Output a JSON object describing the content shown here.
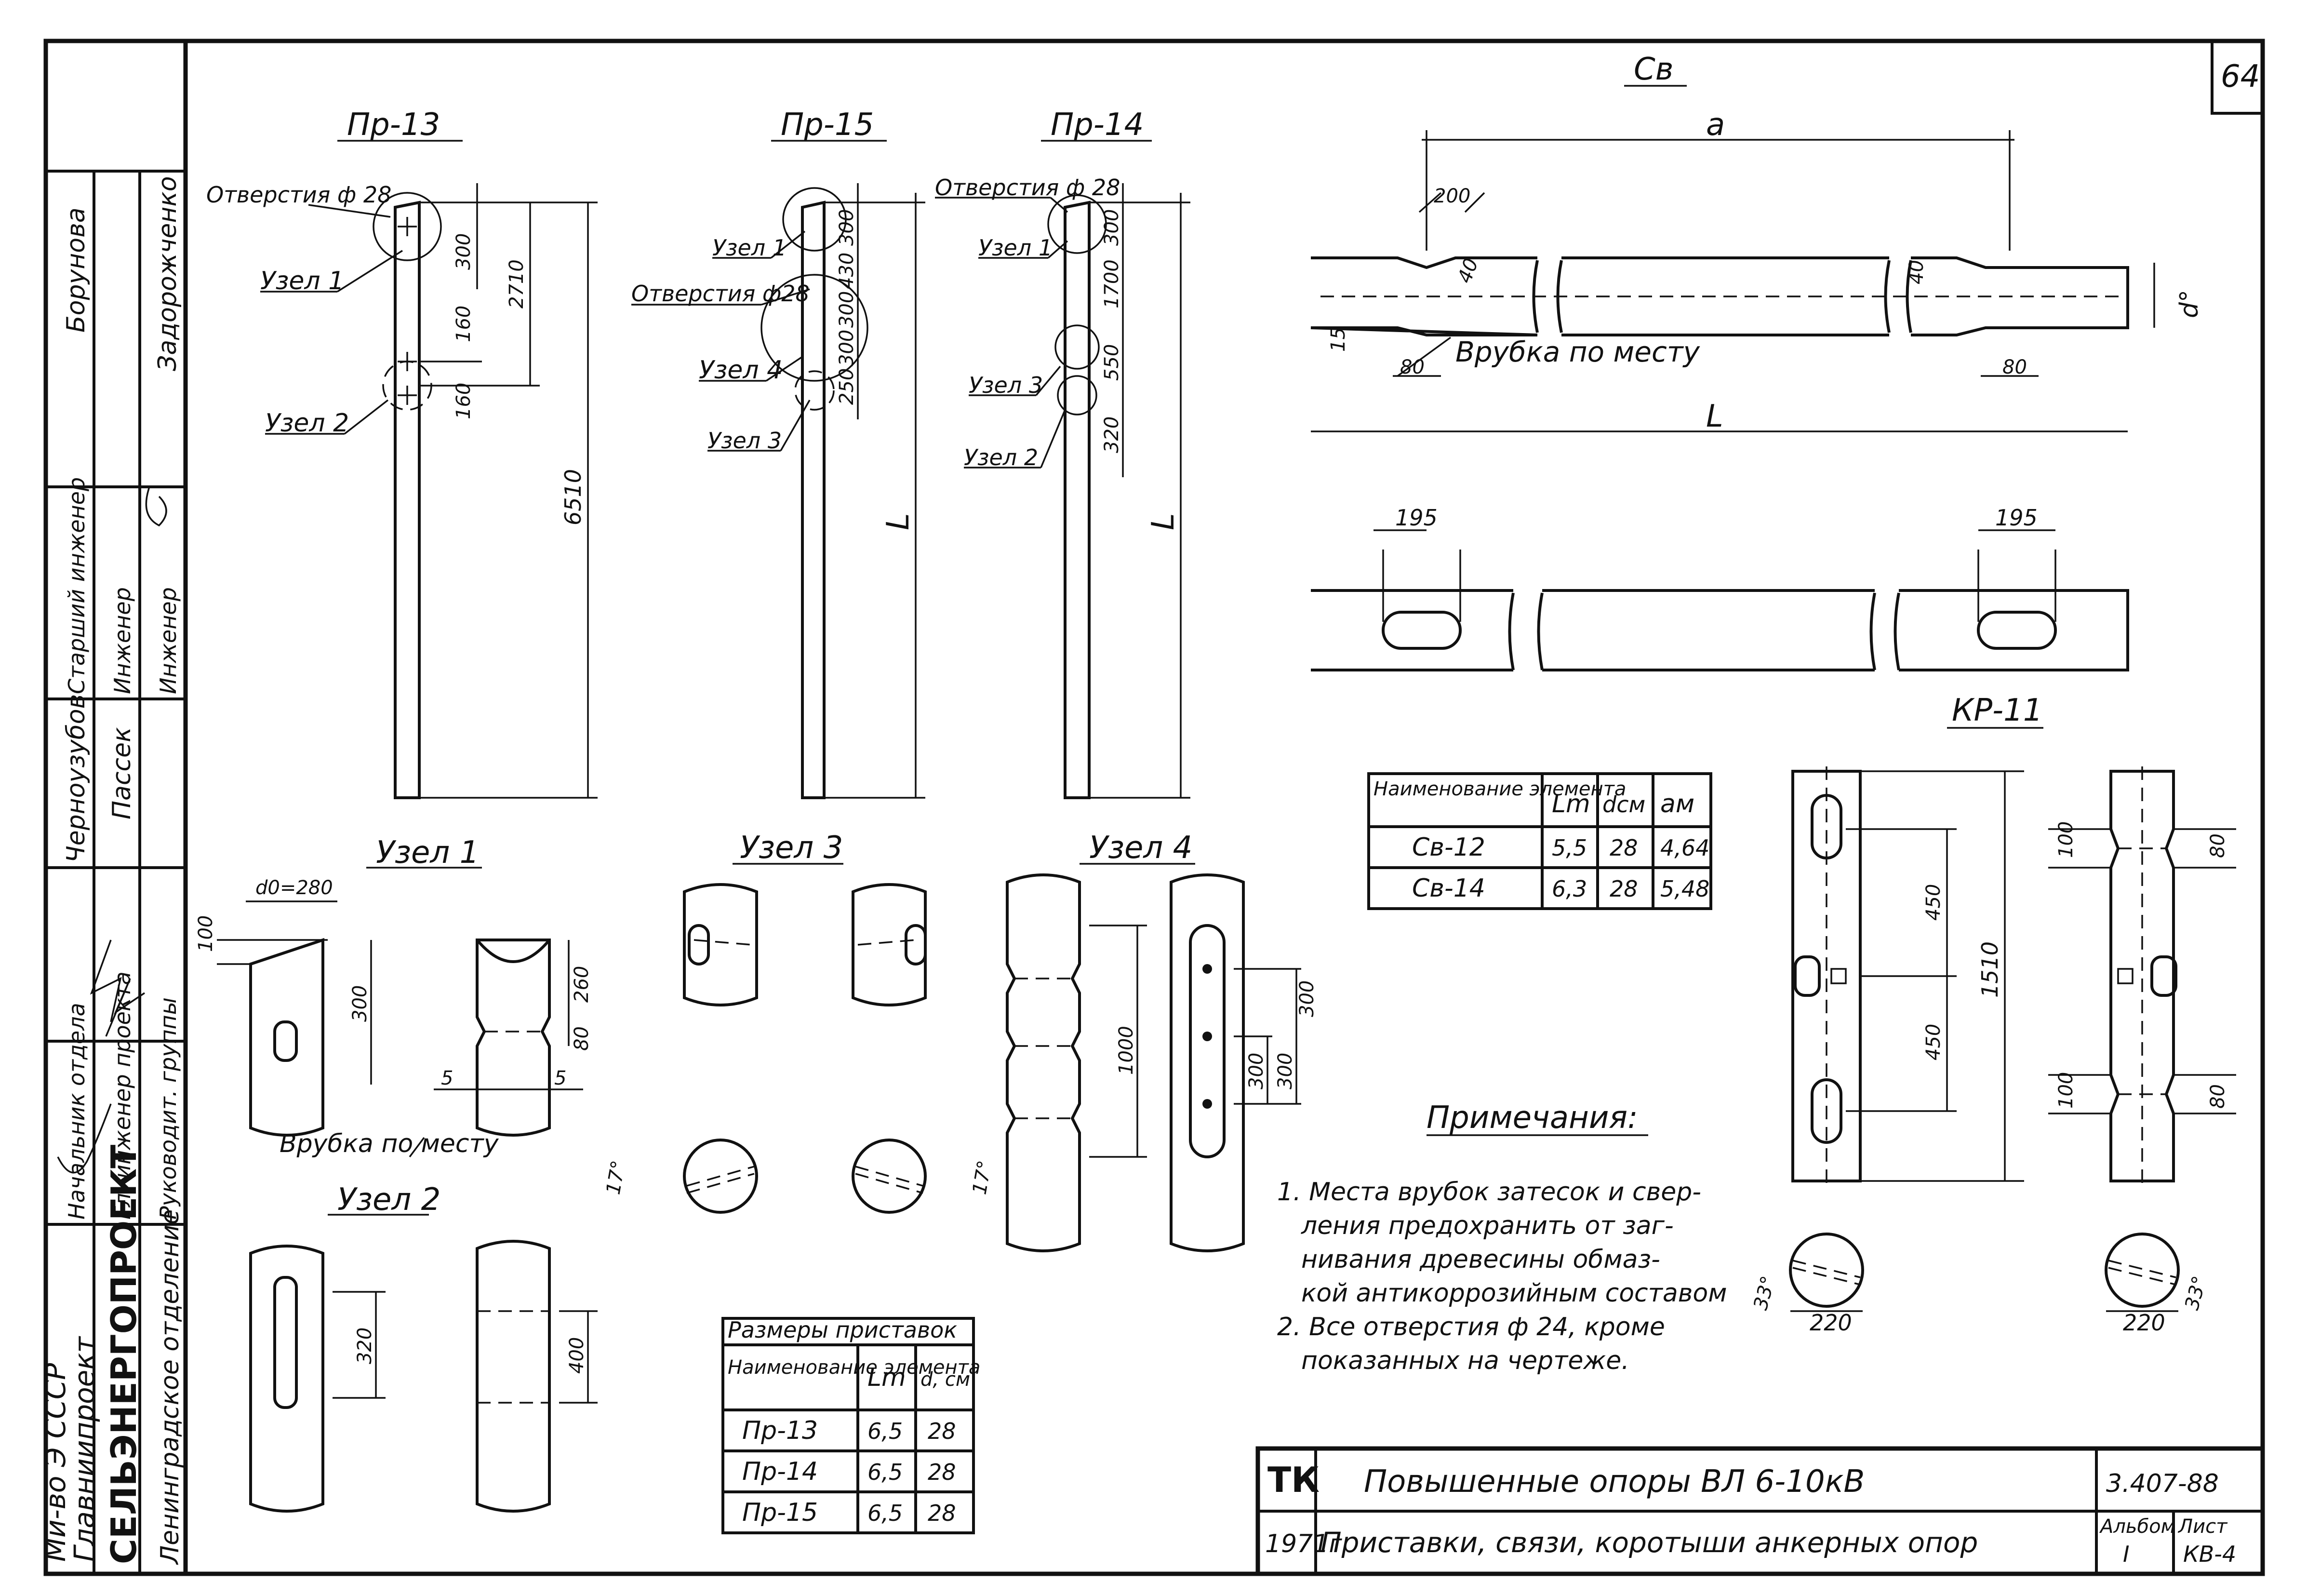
{
  "sheet_number": "64",
  "stamp": {
    "org_lines": [
      "Ми-во Э СССР",
      "Главниипроект"
    ],
    "org_name": "СЕЛЬЭНЕРГОПРОЕКТ",
    "dept": "Ленинградское отделение",
    "roles": [
      "Начальник отдела",
      "Гл. инженер проекта",
      "Руководит. группы",
      "Старший инженер",
      "Инженер",
      "Инженер"
    ],
    "names": [
      "Черноузубов",
      "Пассек",
      "Борунова",
      "Задорожченко"
    ]
  },
  "posts": {
    "pr13": {
      "title": "Пр-13",
      "holes": "Отверстия ф 28",
      "node1": "Узел 1",
      "node2": "Узел 2",
      "d1": "300",
      "d2": "2710",
      "d3": "160",
      "d4": "160",
      "d5": "6510"
    },
    "pr15": {
      "title": "Пр-15",
      "node1": "Узел 1",
      "holes": "Отверстия ф28",
      "node4": "Узел 4",
      "node3": "Узел 3",
      "d1": "300",
      "d2": "430",
      "d3": "300",
      "d4": "300",
      "d5": "250",
      "d6": "L"
    },
    "pr14": {
      "title": "Пр-14",
      "holes": "Отверстия ф 28",
      "node1": "Узел 1",
      "node3": "Узел 3",
      "node2": "Узел 2",
      "d1": "300",
      "d2": "1700",
      "d3": "550",
      "d4": "320",
      "d5": "L"
    }
  },
  "sv": {
    "title": "Св",
    "dim_a": "a",
    "dim_L": "L",
    "d200": "200",
    "d40a": "40",
    "d40b": "40",
    "d15": "15",
    "d80a": "80",
    "d80b": "80",
    "dd": "d°",
    "cut_note": "Врубка по месту",
    "d195a": "195",
    "d195b": "195"
  },
  "sv_table": {
    "headers": [
      "Наименование элемента",
      "Lm",
      "dсм",
      "aм"
    ],
    "rows": [
      [
        "Св-12",
        "5,5",
        "28",
        "4,64"
      ],
      [
        "Св-14",
        "6,3",
        "28",
        "5,48"
      ]
    ]
  },
  "kr11": {
    "title": "КР-11",
    "d1510": "1510",
    "d450a": "450",
    "d450b": "450",
    "d100a": "100",
    "d100b": "100",
    "d80a": "80",
    "d80b": "80",
    "d220a": "220",
    "d220b": "220",
    "a33a": "33°",
    "a33b": "33°"
  },
  "node1": {
    "title": "Узел 1",
    "d0": "d0=280",
    "d100": "100",
    "d300": "300",
    "d260": "260",
    "d80": "80",
    "d5a": "5",
    "d5b": "5",
    "cut_note": "Врубка по месту"
  },
  "node2": {
    "title": "Узел 2",
    "d320": "320",
    "d400": "400"
  },
  "node3": {
    "title": "Узел 3",
    "a17a": "17°",
    "a17b": "17°"
  },
  "node4": {
    "title": "Узел 4",
    "d1000": "1000",
    "d300a": "300",
    "d300b": "300",
    "d300c": "300"
  },
  "post_table": {
    "caption": "Размеры приставок",
    "headers": [
      "Наименование элемента",
      "Lm",
      "d, см"
    ],
    "rows": [
      [
        "Пр-13",
        "6,5",
        "28"
      ],
      [
        "Пр-14",
        "6,5",
        "28"
      ],
      [
        "Пр-15",
        "6,5",
        "28"
      ]
    ]
  },
  "notes": {
    "heading": "Примечания:",
    "items": [
      "1. Места врубок затесок и сверления предохранить от загнивания древесины обмазкой антикоррозийным составом",
      "2. Все отверстия ф 24, кроме показанных на чертеже."
    ]
  },
  "title_block": {
    "code": "ТК",
    "year": "1971г",
    "title": "Повышенные опоры ВЛ 6-10кВ",
    "subtitle": "Приставки, связи, коротыши анкерных опор",
    "doc": "3.407-88",
    "album_label": "Альбом",
    "album": "I",
    "sheet_label": "Лист",
    "sheet": "КВ-4"
  }
}
